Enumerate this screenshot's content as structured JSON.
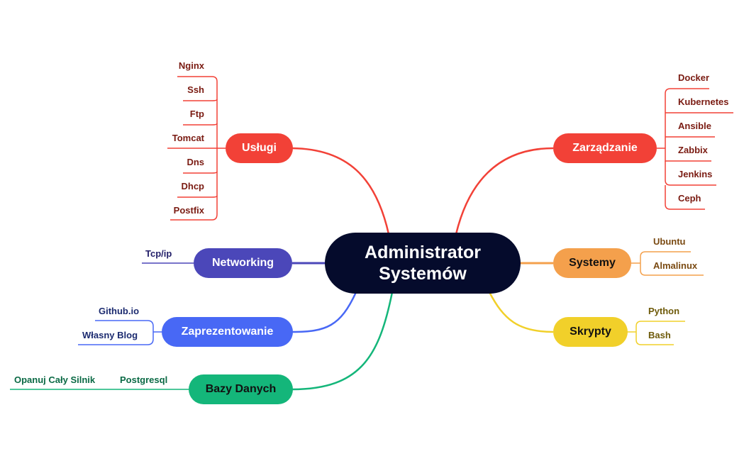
{
  "center": {
    "line1": "Administrator",
    "line2": "Systemów"
  },
  "branches": {
    "uslugi": {
      "label": "Usługi",
      "color": "#f24137",
      "leaves": [
        "Nginx",
        "Ssh",
        "Ftp",
        "Tomcat",
        "Dns",
        "Dhcp",
        "Postfix"
      ]
    },
    "networking": {
      "label": "Networking",
      "color": "#4b47b9",
      "leaves": [
        "Tcp/ip"
      ]
    },
    "zaprezentowanie": {
      "label": "Zaprezentowanie",
      "color": "#4868f5",
      "leaves": [
        "Github.io",
        "Własny Blog"
      ]
    },
    "bazy": {
      "label": "Bazy Danych",
      "color": "#14b67a",
      "leaves": [
        "Postgresql",
        "Opanuj Cały Silnik"
      ]
    },
    "zarzadzanie": {
      "label": "Zarządzanie",
      "color": "#f24137",
      "leaves": [
        "Docker",
        "Kubernetes",
        "Ansible",
        "Zabbix",
        "Jenkins",
        "Ceph"
      ]
    },
    "systemy": {
      "label": "Systemy",
      "color": "#f4a04c",
      "leaves": [
        "Ubuntu",
        "Almalinux"
      ]
    },
    "skrypty": {
      "label": "Skrypty",
      "color": "#f1d02a",
      "leaves": [
        "Python",
        "Bash"
      ]
    }
  }
}
